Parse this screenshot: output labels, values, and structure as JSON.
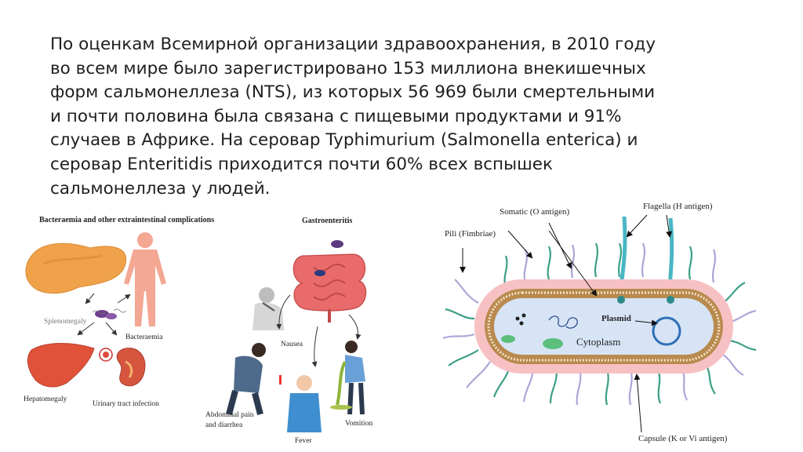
{
  "slide": {
    "text_lines": [
      "По оценкам Всемирной организации здравоохранения, в 2010 году",
      "во всем мире было зарегистрировано 153 миллиона внекишечных",
      "форм сальмонеллеза (NTS), из которых 56 969 были смертельными",
      "и почти половина была связана с пищевыми продуктами и 91%",
      "случаев в Африке. На  серовар Typhimurium (Salmonella enterica) и",
      "серовар Enteritidis  приходится почти 60% всех вспышек",
      "сальмонеллеза у людей."
    ]
  },
  "left_figure": {
    "title_bacteraemia": "Bacteraemia and other extraintestinal complications",
    "title_gastro": "Gastroenteritis",
    "labels": {
      "splenomegaly": "Splenomegaly",
      "bacteraemia": "Bacteraemia",
      "hepatomegaly": "Hepatomegaly",
      "uti": "Urinary tract infection",
      "nausea": "Nausea",
      "abdominal_line1": "Abdominal pain",
      "abdominal_line2": "and diarrhea",
      "vomition": "Vomition",
      "fever": "Fever"
    }
  },
  "right_figure": {
    "labels": {
      "somatic": "Somatic (O antigen)",
      "flagella": "Flagella (H antigen)",
      "pili": "Pili (Fimbriae)",
      "plasmid": "Plasmid",
      "cytoplasm": "Cytoplasm",
      "capsule": "Capsule (K or Vi antigen)"
    }
  },
  "colors": {
    "organ_orange": "#f0a24a",
    "body_pink": "#f4a793",
    "liver_red": "#e0523a",
    "capsule_pink": "#f7c1c4",
    "cytoplasm_blue": "#d6e4f6",
    "membrane_brown": "#b98a4f",
    "pili_green": "#3c9f86",
    "pili_lavender": "#a9a8d6",
    "flagella_teal": "#49b6c4",
    "plasmid_blue": "#2f6fb5"
  }
}
